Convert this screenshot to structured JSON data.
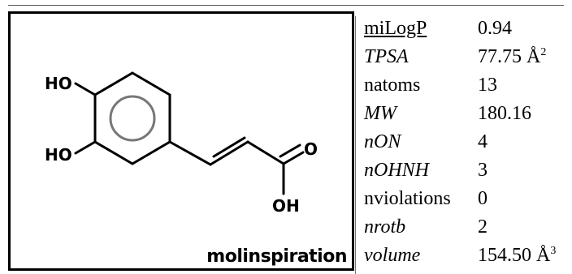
{
  "structure": {
    "atom_labels": {
      "ho_top": "HO",
      "ho_bottom": "HO",
      "oxygen": "O",
      "oh": "OH"
    },
    "brand": "molinspiration"
  },
  "properties": [
    {
      "name": "miLogP",
      "value": "0.94",
      "unit": ""
    },
    {
      "name": "TPSA",
      "value": "77.75",
      "unit": "Å",
      "sup": "2"
    },
    {
      "name": "natoms",
      "value": "13",
      "unit": ""
    },
    {
      "name": "MW",
      "value": "180.16",
      "unit": ""
    },
    {
      "name": "nON",
      "value": "4",
      "unit": ""
    },
    {
      "name": "nOHNH",
      "value": "3",
      "unit": ""
    },
    {
      "name": "nviolations",
      "value": "0",
      "unit": ""
    },
    {
      "name": "nrotb",
      "value": "2",
      "unit": ""
    },
    {
      "name": "volume",
      "value": "154.50",
      "unit": "Å",
      "sup": "3"
    }
  ]
}
